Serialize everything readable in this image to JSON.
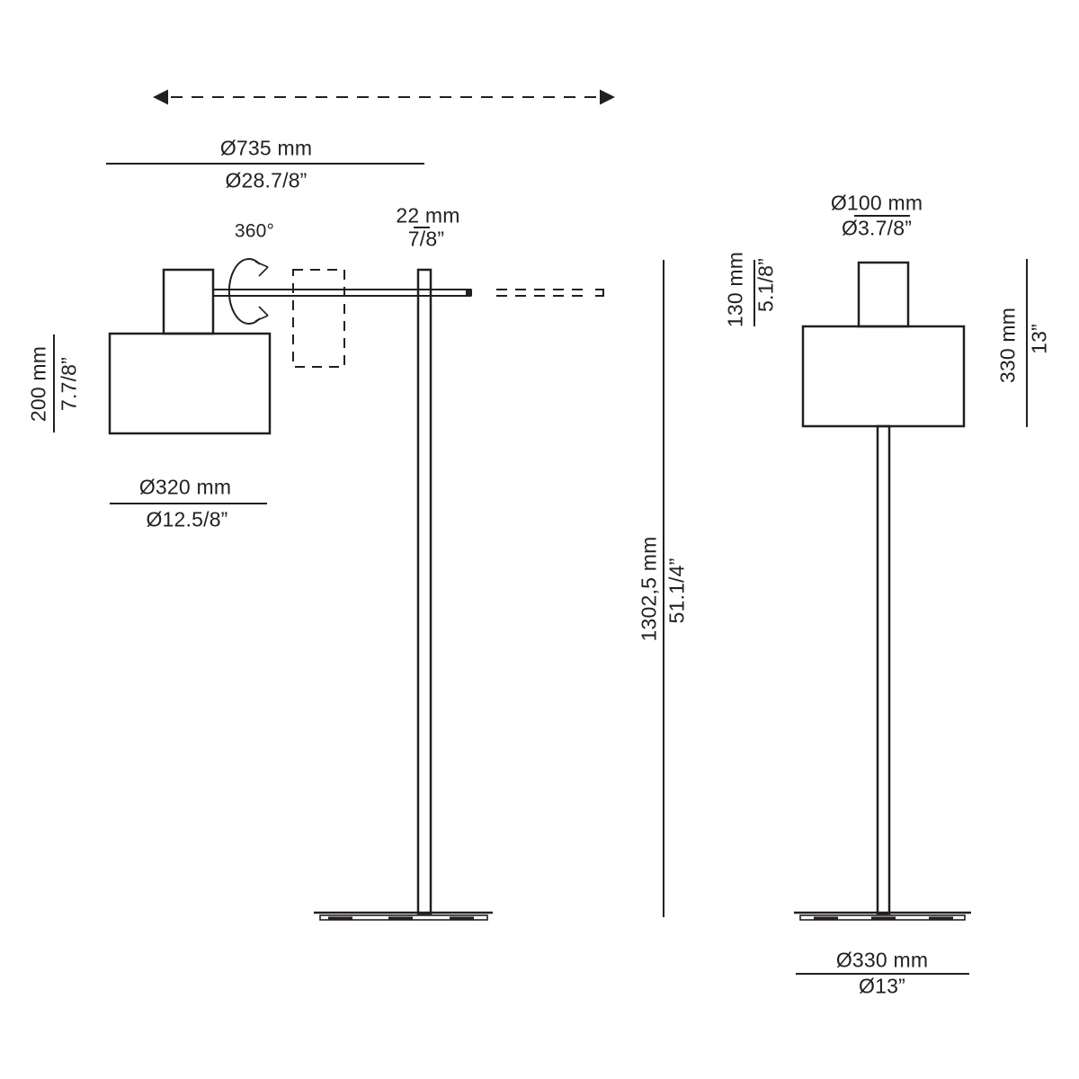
{
  "ink_color": "#231f20",
  "side_view": {
    "swivel": "360°",
    "span": {
      "mm": "Ø735 mm",
      "inch": "Ø28.7/8”"
    },
    "arm_thickness": {
      "mm": "22 mm",
      "inch": "7/8”"
    },
    "shade_height": {
      "mm": "200 mm",
      "inch": "7.7/8”"
    },
    "shade_diameter": {
      "mm": "Ø320 mm",
      "inch": "Ø12.5/8”"
    }
  },
  "front_view": {
    "head_top_diameter": {
      "mm": "Ø100 mm",
      "inch": "Ø3.7/8”"
    },
    "head_top_height": {
      "mm": "130 mm",
      "inch": "5.1/8”"
    },
    "head_height": {
      "mm": "330 mm",
      "inch": "13”"
    },
    "total_height": {
      "mm": "1302,5 mm",
      "inch": "51.1/4”"
    },
    "base_diameter": {
      "mm": "Ø330 mm",
      "inch": "Ø13”"
    }
  }
}
